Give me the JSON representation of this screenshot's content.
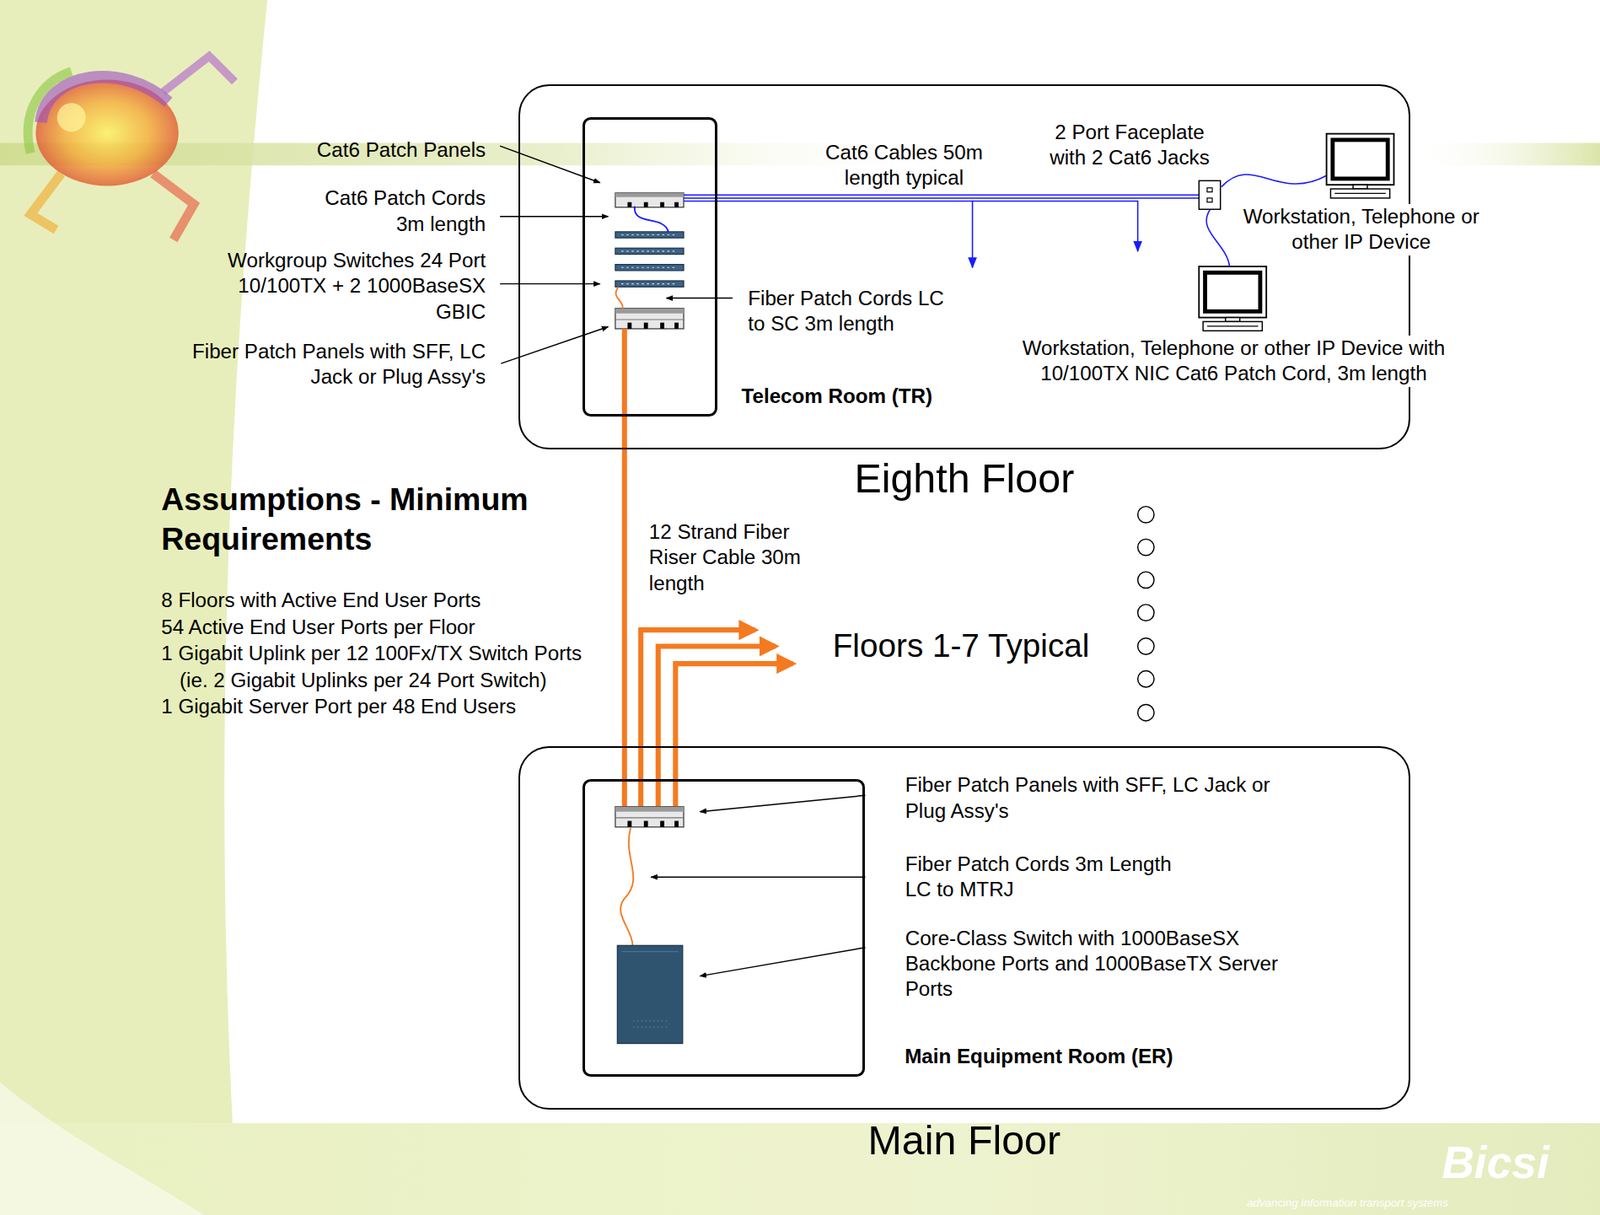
{
  "diagram": {
    "nodes": [
      {
        "text": [
          "Eighth Floor"
        ]
      },
      {
        "text": [
          "Telecom Room (TR)"
        ],
        "in": 0
      },
      {
        "text": [
          "Main Floor"
        ]
      },
      {
        "text": [
          "Main Equipment Room (ER)"
        ],
        "in": 2
      }
    ],
    "edges": [
      {
        "from": 1,
        "to": 3,
        "arrow": "none",
        "label": "12 Strand Fiber Riser Cable 30m length"
      }
    ],
    "labels": [
      "Cat6 Patch Panels",
      "Cat6 Cables 50m length typical",
      "2 Port Faceplate with 2 Cat6 Jacks",
      "Cat6 Patch Cords 3m length",
      "Workstation, Telephone or other IP Device",
      "Workgroup Switches 24 Port 10/100TX + 2 1000BaseSX GBIC",
      "Fiber Patch Cords LC to SC 3m length",
      "Fiber Patch Panels with SFF, LC Jack or Plug Assy's",
      "Workstation, Telephone or other IP Device with 10/100TX NIC Cat6 Patch Cord, 3m length",
      "Assumptions - Minimum Requirements",
      "8 Floors with Active End User Ports",
      "54 Active End User Ports per Floor",
      "1 Gigabit Uplink per 12 100Fx/TX Switch Ports",
      "(ie. 2 Gigabit Uplinks per 24 Port Switch)",
      "1 Gigabit Server Port per 48 End Users",
      "Floors 1-7 Typical",
      "Fiber Patch Panels with SFF, LC Jack or Plug Assy's",
      "Fiber Patch Cords 3m Length LC to MTRJ",
      "Core-Class Switch with 1000BaseSX Backbone Ports and 1000BaseTX Server Ports",
      "Bicsi",
      "advancing information transport systems"
    ]
  }
}
